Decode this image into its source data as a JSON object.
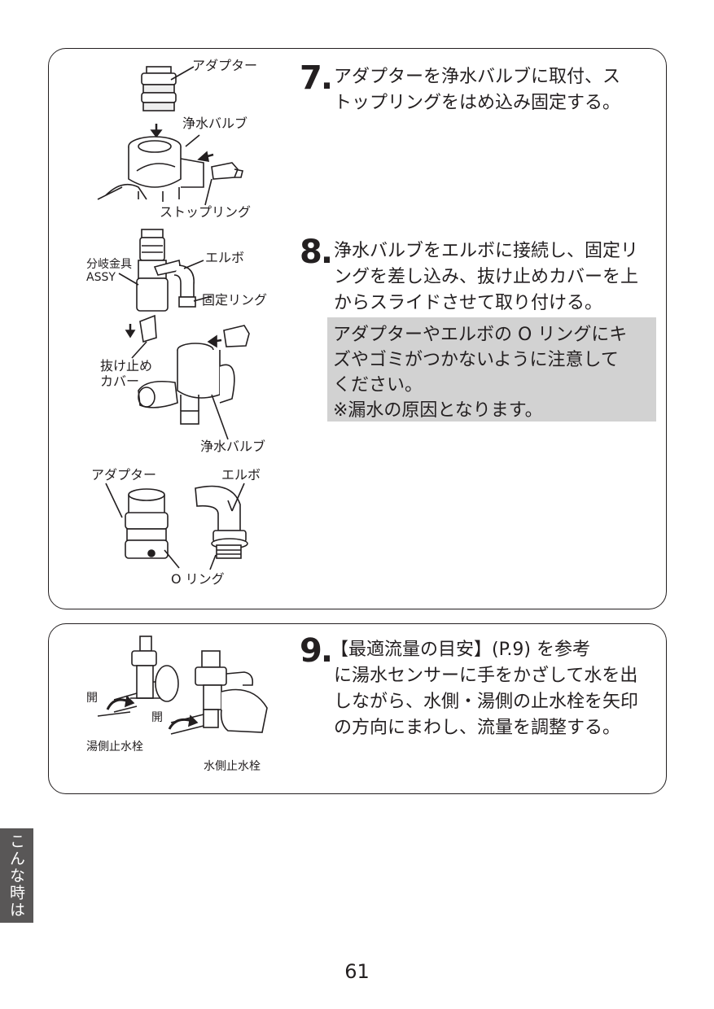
{
  "panel1": {
    "illustration_a": {
      "label_adapter": "アダプター",
      "label_valve": "浄水バルブ",
      "label_stopring": "ストップリング"
    },
    "illustration_b": {
      "label_elbow": "エルボ",
      "label_branch_line1": "分岐金具",
      "label_branch_line2": "ASSY",
      "label_fixring": "固定リング",
      "label_cover_line1": "抜け止め",
      "label_cover_line2": "カバー",
      "label_valve": "浄水バルブ"
    },
    "illustration_c": {
      "label_adapter": "アダプター",
      "label_elbow": "エルボ",
      "label_oring": "O リング"
    },
    "step7": {
      "number": "7.",
      "lines": [
        "アダプターを浄水バルブに取付、ス",
        "トップリングをはめ込み固定する。"
      ]
    },
    "step8": {
      "number": "8.",
      "lines": [
        "浄水バルブをエルボに接続し、固定リ",
        "ングを差し込み、抜け止めカバーを上",
        "からスライドさせて取り付ける。"
      ],
      "note_lines": [
        "アダプターやエルボの O リングにキ",
        "ズやゴミがつかないように注意して",
        "ください。",
        "※漏水の原因となります。"
      ]
    }
  },
  "panel2": {
    "illustration": {
      "label_open_left": "開",
      "label_open_right": "開",
      "label_hot": "湯側止水栓",
      "label_cold": "水側止水栓"
    },
    "step9": {
      "number": "9.",
      "lines": [
        "【最適流量の目安】(P.9) を参考",
        "に湯水センサーに手をかざして水を出",
        "しながら、水側・湯側の止水栓を矢印",
        "の方向にまわし、流量を調整する。"
      ]
    }
  },
  "side_tab": "こんな時は",
  "page_number": "61"
}
